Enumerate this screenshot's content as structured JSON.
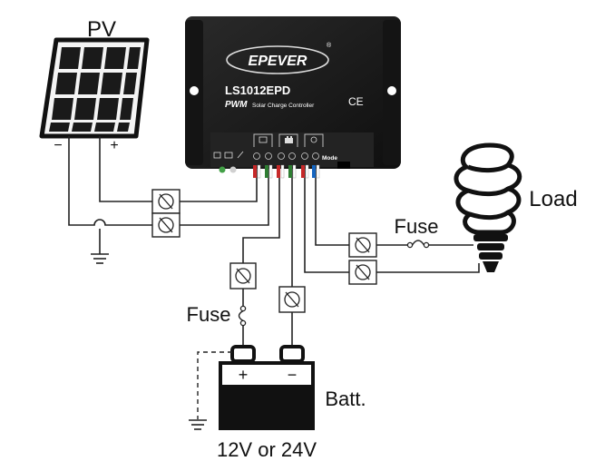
{
  "labels": {
    "pv": "PV",
    "pv_minus": "−",
    "pv_plus": "+",
    "load": "Load",
    "fuse_load": "Fuse",
    "fuse_batt": "Fuse",
    "batt": "Batt.",
    "batt_plus": "+",
    "batt_minus": "−",
    "voltage": "12V or 24V"
  },
  "controller": {
    "brand": "EPEVER",
    "brand_mark": "®",
    "model": "LS1012EPD",
    "subtitle_bold": "PWM",
    "subtitle": "Solar Charge Controller",
    "ce_mark": "CE",
    "mode_label": "Mode"
  },
  "colors": {
    "controller_body": "#1c1c1c",
    "terminal_red": "#c62828",
    "terminal_green": "#2e7d32",
    "terminal_blue": "#1565c0",
    "led_green": "#43a047"
  }
}
